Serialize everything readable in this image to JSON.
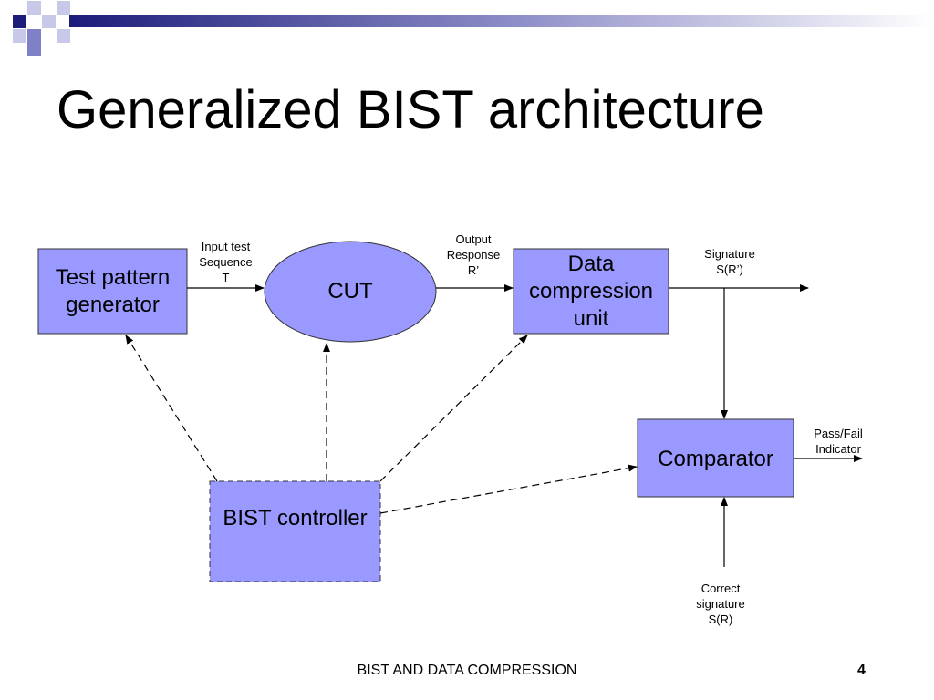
{
  "slide": {
    "title": "Generalized BIST architecture",
    "footer": "BIST AND DATA COMPRESSION",
    "page_number": "4"
  },
  "diagram": {
    "blocks": {
      "tpg": "Test pattern generator",
      "cut": "CUT",
      "dcu": "Data compression unit",
      "comparator": "Comparator",
      "controller": "BIST controller"
    },
    "edge_labels": {
      "input_test_sequence": [
        "Input test",
        "Sequence",
        "T"
      ],
      "output_response": [
        "Output",
        "Response",
        "R’"
      ],
      "signature": [
        "Signature",
        "S(R’)"
      ],
      "pass_fail": [
        "Pass/Fail",
        "Indicator"
      ],
      "correct_signature": [
        "Correct",
        "signature",
        "S(R)"
      ]
    }
  },
  "colors": {
    "block_fill": "#9999ff",
    "line": "#000000",
    "header_dark": "#1c1c7a",
    "header_mid": "#8080c8",
    "header_light": "#c8c8e8"
  }
}
